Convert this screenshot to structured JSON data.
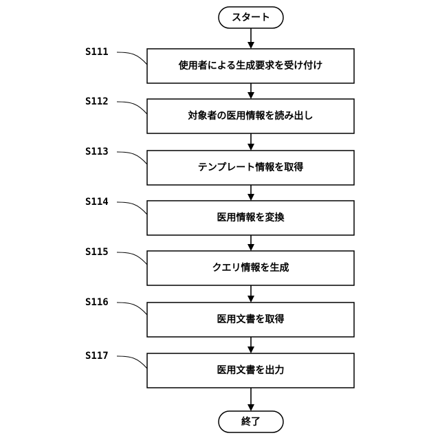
{
  "start": {
    "label": "スタート"
  },
  "end": {
    "label": "終了"
  },
  "steps": [
    {
      "id": "S111",
      "text": "使用者による生成要求を受け付け"
    },
    {
      "id": "S112",
      "text": "対象者の医用情報を読み出し"
    },
    {
      "id": "S113",
      "text": "テンプレート情報を取得"
    },
    {
      "id": "S114",
      "text": "医用情報を変換"
    },
    {
      "id": "S115",
      "text": "クエリ情報を生成"
    },
    {
      "id": "S116",
      "text": "医用文書を取得"
    },
    {
      "id": "S117",
      "text": "医用文書を出力"
    }
  ]
}
